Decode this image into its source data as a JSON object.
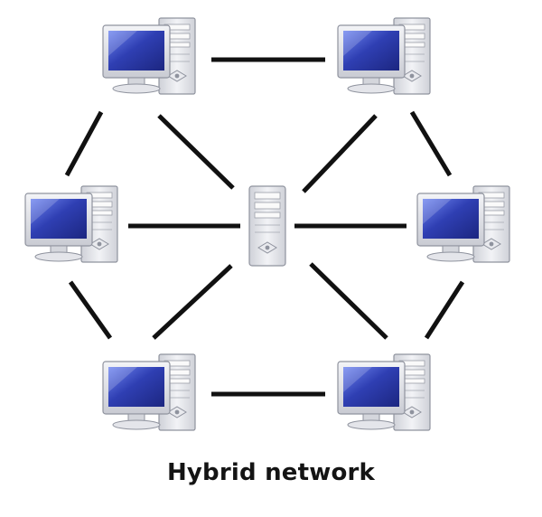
{
  "diagram": {
    "caption": "Hybrid network",
    "nodes": [
      {
        "id": "pc-top-left",
        "kind": "computer"
      },
      {
        "id": "pc-top-right",
        "kind": "computer"
      },
      {
        "id": "pc-middle-left",
        "kind": "computer"
      },
      {
        "id": "pc-middle-right",
        "kind": "computer"
      },
      {
        "id": "pc-bottom-left",
        "kind": "computer"
      },
      {
        "id": "pc-bottom-right",
        "kind": "computer"
      },
      {
        "id": "central-server",
        "kind": "server"
      }
    ],
    "links": [
      [
        "pc-top-left",
        "pc-top-right"
      ],
      [
        "pc-top-left",
        "pc-middle-left"
      ],
      [
        "pc-top-right",
        "pc-middle-right"
      ],
      [
        "pc-middle-left",
        "pc-bottom-left"
      ],
      [
        "pc-middle-right",
        "pc-bottom-right"
      ],
      [
        "pc-bottom-left",
        "pc-bottom-right"
      ],
      [
        "pc-top-left",
        "central-server"
      ],
      [
        "pc-top-right",
        "central-server"
      ],
      [
        "pc-middle-left",
        "central-server"
      ],
      [
        "pc-middle-right",
        "central-server"
      ],
      [
        "pc-bottom-left",
        "central-server"
      ],
      [
        "pc-bottom-right",
        "central-server"
      ]
    ],
    "colors": {
      "link": "#111111",
      "screen": "#2f3fb3",
      "screen_glow": "#4f6ae6",
      "bezel": "#dcdde3",
      "case": "#e6e7ec",
      "outline": "#8f939e"
    }
  }
}
